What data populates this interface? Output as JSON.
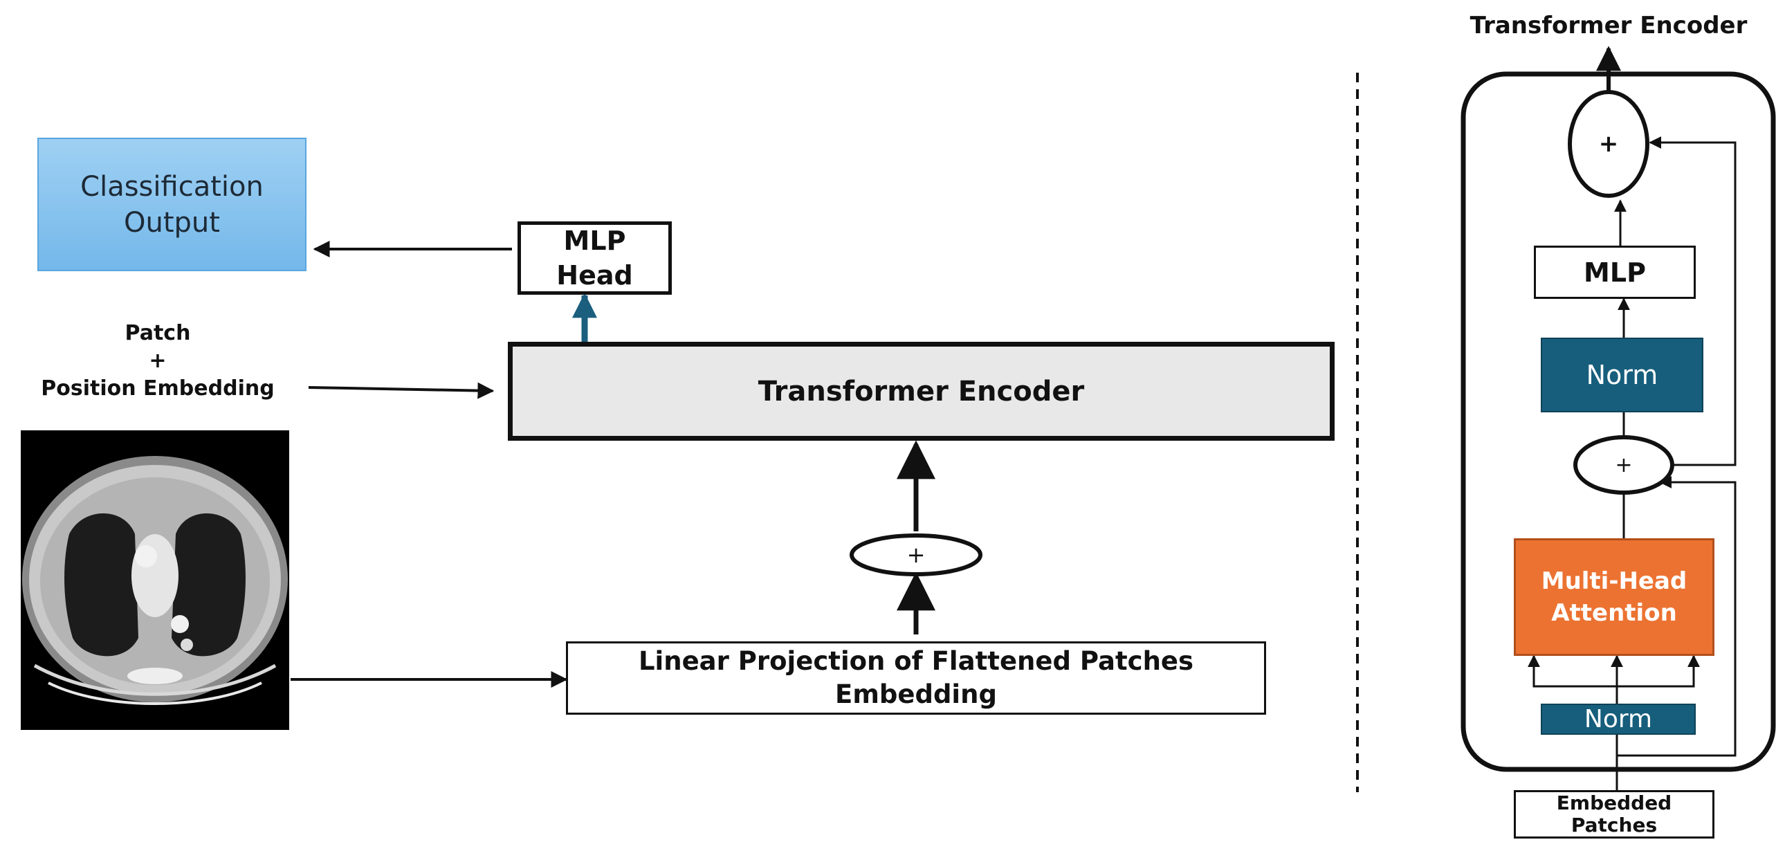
{
  "left_diagram": {
    "classification_output": {
      "line1": "Classification",
      "line2": "Output"
    },
    "mlp_head": {
      "line1": "MLP",
      "line2": "Head"
    },
    "patch_embedding_label": {
      "line1": "Patch",
      "line2": "+",
      "line3": "Position Embedding"
    },
    "transformer_encoder": "Transformer Encoder",
    "plus_node": "+",
    "linear_projection": {
      "line1": "Linear Projection of Flattened Patches",
      "line2": "Embedding"
    }
  },
  "right_diagram": {
    "title": "Transformer Encoder",
    "top_plus": "+",
    "mlp": "MLP",
    "norm_top": "Norm",
    "middle_plus": "+",
    "multi_head_attention": {
      "line1": "Multi-Head",
      "line2": "Attention"
    },
    "norm_bottom": "Norm",
    "embedded_patches": {
      "line1": "Embedded",
      "line2": "Patches"
    }
  },
  "colors": {
    "classification_fill_top": "#9fd0f3",
    "classification_fill_bottom": "#74b8ea",
    "encoder_fill": "#e8e8e8",
    "norm_fill": "#175e7c",
    "attention_fill": "#ec7231",
    "accent_arrow": "#1b5e7e"
  }
}
